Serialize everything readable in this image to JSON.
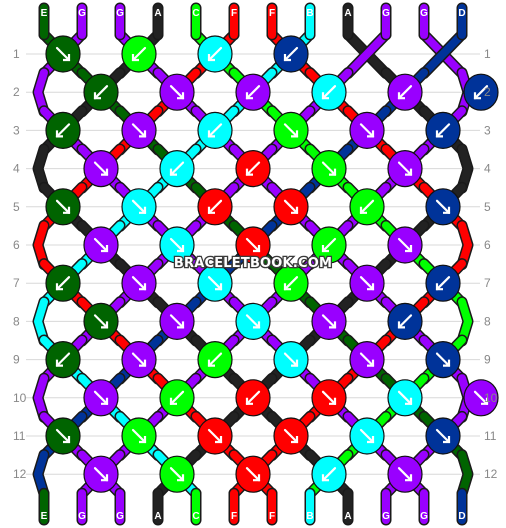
{
  "watermark": "BRACELETBOOK.COM",
  "colors": {
    "E": "#006400",
    "G": "#9900ff",
    "A": "#222222",
    "C": "#00ff00",
    "F": "#ff0000",
    "B": "#00ffff",
    "D": "#003399"
  },
  "strings_top": [
    "E",
    "G",
    "G",
    "A",
    "C",
    "F",
    "F",
    "B",
    "A",
    "G",
    "G",
    "D"
  ],
  "strings_bottom": [
    "E",
    "G",
    "G",
    "A",
    "C",
    "F",
    "F",
    "B",
    "A",
    "G",
    "G",
    "D"
  ],
  "row_labels": [
    "1",
    "2",
    "3",
    "4",
    "5",
    "6",
    "7",
    "8",
    "9",
    "10",
    "11",
    "12"
  ],
  "knots": [
    [
      [
        "E",
        "r"
      ],
      [
        "C",
        "l"
      ],
      [
        "B",
        "l"
      ],
      [
        "D",
        "l"
      ]
    ],
    [
      [
        "E",
        "l"
      ],
      [
        "G",
        "r"
      ],
      [
        "G",
        "l"
      ],
      [
        "B",
        "l"
      ],
      [
        "G",
        "l"
      ],
      [
        "D",
        "l"
      ]
    ],
    [
      [
        "E",
        "l"
      ],
      [
        "G",
        "r"
      ],
      [
        "B",
        "l"
      ],
      [
        "C",
        "r"
      ],
      [
        "G",
        "r"
      ],
      [
        "D",
        "l"
      ]
    ],
    [
      [
        "G",
        "r"
      ],
      [
        "B",
        "l"
      ],
      [
        "F",
        "l"
      ],
      [
        "C",
        "r"
      ],
      [
        "G",
        "r"
      ]
    ],
    [
      [
        "E",
        "r"
      ],
      [
        "B",
        "r"
      ],
      [
        "F",
        "l"
      ],
      [
        "F",
        "r"
      ],
      [
        "C",
        "l"
      ],
      [
        "D",
        "r"
      ]
    ],
    [
      [
        "G",
        "r"
      ],
      [
        "B",
        "r"
      ],
      [
        "F",
        "r"
      ],
      [
        "C",
        "l"
      ],
      [
        "G",
        "r"
      ]
    ],
    [
      [
        "E",
        "l"
      ],
      [
        "G",
        "r"
      ],
      [
        "B",
        "r"
      ],
      [
        "C",
        "l"
      ],
      [
        "G",
        "r"
      ],
      [
        "D",
        "l"
      ]
    ],
    [
      [
        "E",
        "r"
      ],
      [
        "G",
        "r"
      ],
      [
        "B",
        "r"
      ],
      [
        "G",
        "r"
      ],
      [
        "D",
        "l"
      ]
    ],
    [
      [
        "E",
        "l"
      ],
      [
        "G",
        "r"
      ],
      [
        "C",
        "l"
      ],
      [
        "B",
        "r"
      ],
      [
        "G",
        "r"
      ],
      [
        "D",
        "r"
      ]
    ],
    [
      [
        "G",
        "r"
      ],
      [
        "C",
        "l"
      ],
      [
        "F",
        "l"
      ],
      [
        "F",
        "r"
      ],
      [
        "B",
        "r"
      ],
      [
        "G",
        "r"
      ]
    ],
    [
      [
        "E",
        "r"
      ],
      [
        "C",
        "r"
      ],
      [
        "F",
        "r"
      ],
      [
        "F",
        "r"
      ],
      [
        "B",
        "r"
      ],
      [
        "D",
        "r"
      ]
    ],
    [
      [
        "G",
        "r"
      ],
      [
        "C",
        "r"
      ],
      [
        "F",
        "r"
      ],
      [
        "B",
        "l"
      ],
      [
        "G",
        "r"
      ]
    ]
  ]
}
